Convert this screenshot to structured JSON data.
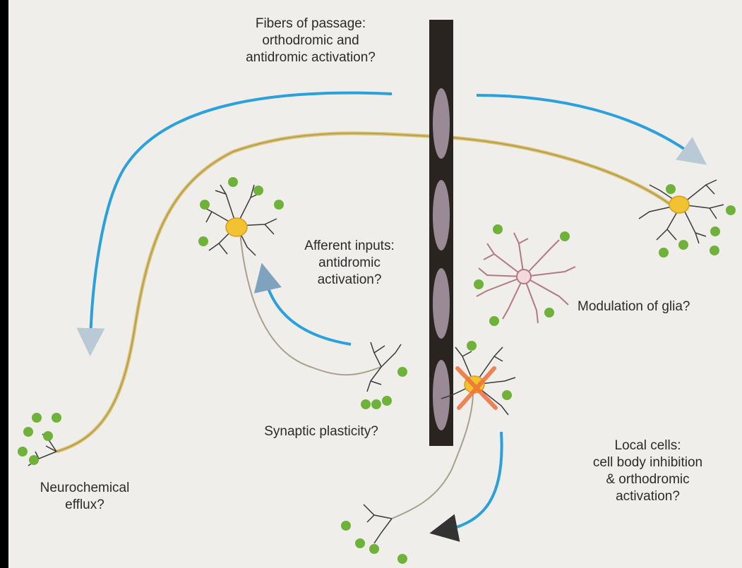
{
  "labels": {
    "fibers_of_passage": [
      "Fibers of passage:",
      "orthodromic and",
      "antidromic activation?"
    ],
    "afferent_inputs": [
      "Afferent inputs:",
      "antidromic",
      "activation?"
    ],
    "modulation_of_glia": [
      "Modulation of glia?"
    ],
    "synaptic_plasticity": [
      "Synaptic plasticity?"
    ],
    "local_cells": [
      "Local cells:",
      "cell body inhibition",
      "& orthodromic",
      "activation?"
    ],
    "neurochemical_efflux": [
      "Neurochemical",
      "efflux?"
    ]
  },
  "colors": {
    "background": "#000000",
    "panel": "#efeeea",
    "electrode": "#2a2420",
    "electrode_contact": "#9a8a96",
    "arrow": "#2aa0dc",
    "axon": "#d8bf6a",
    "neuron_body": "#f2c230",
    "dendrite": "#3a3a3a",
    "synapse_dot": "#6fb23a",
    "glia": "#b07a80",
    "inhibition_cross": "#f0703a"
  },
  "icons": [
    "neuron-icon",
    "glia-icon",
    "electrode",
    "inhibition-x-icon"
  ]
}
